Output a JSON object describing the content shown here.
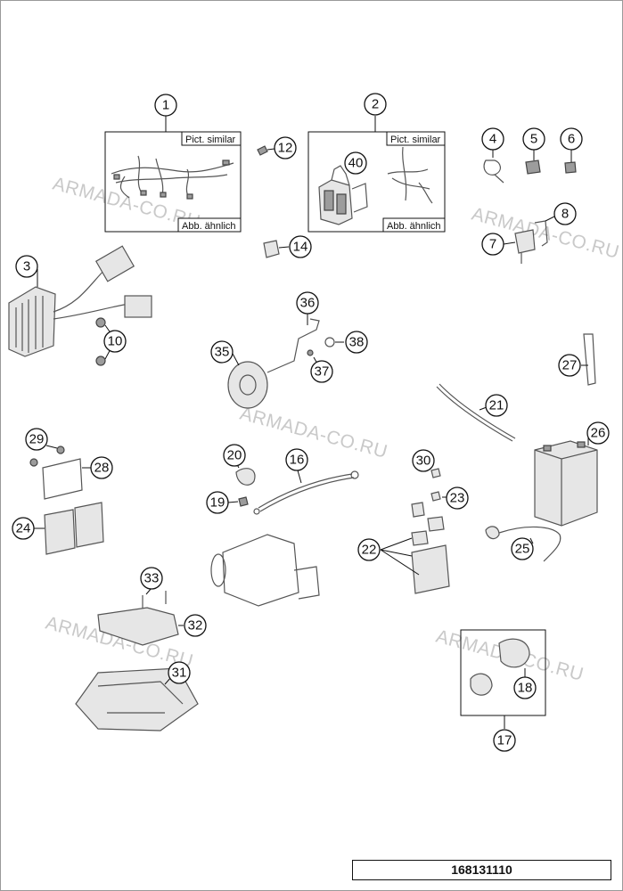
{
  "inset_boxes": [
    {
      "id": "wiring-harness",
      "top_label": "Pict. similar",
      "bottom_label": "Abb. ähnlich"
    },
    {
      "id": "relay-harness",
      "top_label": "Pict. similar",
      "bottom_label": "Abb. ähnlich"
    }
  ],
  "callouts": [
    "1",
    "2",
    "3",
    "4",
    "5",
    "6",
    "7",
    "8",
    "10",
    "12",
    "14",
    "16",
    "17",
    "18",
    "19",
    "20",
    "21",
    "22",
    "23",
    "24",
    "25",
    "26",
    "27",
    "28",
    "29",
    "30",
    "31",
    "32",
    "33",
    "35",
    "36",
    "37",
    "38",
    "40"
  ],
  "watermark": "ARMADA-CO.RU",
  "diagram_code": "168131110"
}
